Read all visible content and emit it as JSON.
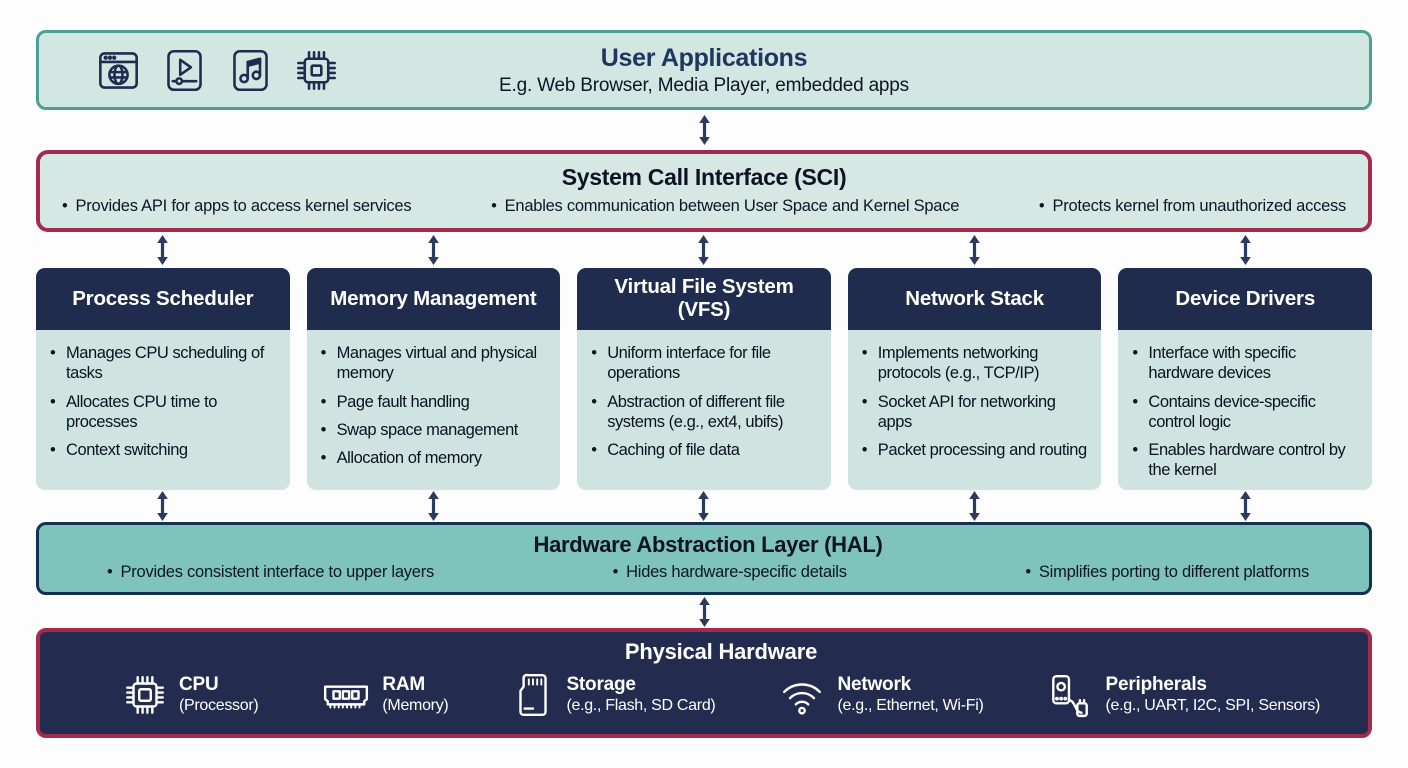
{
  "colors": {
    "background": "#fdfdfd",
    "light_teal_fill": "#d3e7e2",
    "teal_border": "#4f9e95",
    "crimson_border": "#a32b4d",
    "navy": "#1f2c4e",
    "hal_fill": "#7ec3bc",
    "hal_border": "#14324f",
    "arrow": "#2b3a5e",
    "white": "#ffffff"
  },
  "user_applications": {
    "title": "User Applications",
    "subtitle": "E.g. Web Browser, Media Player, embedded apps",
    "icons": [
      "browser-icon",
      "media-player-icon",
      "music-icon",
      "chip-icon"
    ]
  },
  "sci": {
    "title": "System Call Interface (SCI)",
    "bullets": [
      "Provides API for apps to access kernel services",
      "Enables communication between User Space and Kernel Space",
      "Protects kernel from unauthorized access"
    ]
  },
  "kernel": {
    "boxes": [
      {
        "title": "Process Scheduler",
        "bullets": [
          "Manages CPU scheduling of tasks",
          "Allocates CPU time to processes",
          "Context switching"
        ]
      },
      {
        "title": "Memory Management",
        "bullets": [
          "Manages virtual and physical memory",
          "Page fault handling",
          "Swap space management",
          "Allocation of memory"
        ]
      },
      {
        "title": "Virtual File System (VFS)",
        "bullets": [
          "Uniform interface for file operations",
          "Abstraction of different file systems (e.g., ext4, ubifs)",
          "Caching of file data"
        ]
      },
      {
        "title": "Network Stack",
        "bullets": [
          "Implements networking protocols (e.g., TCP/IP)",
          "Socket API for networking apps",
          "Packet processing and routing"
        ]
      },
      {
        "title": "Device Drivers",
        "bullets": [
          "Interface with specific hardware devices",
          "Contains device-specific control logic",
          "Enables hardware control by the kernel"
        ]
      }
    ]
  },
  "hal": {
    "title": "Hardware Abstraction Layer (HAL)",
    "bullets": [
      "Provides consistent interface to upper layers",
      "Hides hardware-specific details",
      "Simplifies porting to different platforms"
    ]
  },
  "physical_hardware": {
    "title": "Physical Hardware",
    "items": [
      {
        "icon": "cpu-icon",
        "name": "CPU",
        "detail": "(Processor)"
      },
      {
        "icon": "ram-icon",
        "name": "RAM",
        "detail": "(Memory)"
      },
      {
        "icon": "storage-icon",
        "name": "Storage",
        "detail": "(e.g., Flash, SD Card)"
      },
      {
        "icon": "network-icon",
        "name": "Network",
        "detail": "(e.g., Ethernet, Wi-Fi)"
      },
      {
        "icon": "peripherals-icon",
        "name": "Peripherals",
        "detail": "(e.g., UART, I2C, SPI, Sensors)"
      }
    ]
  }
}
